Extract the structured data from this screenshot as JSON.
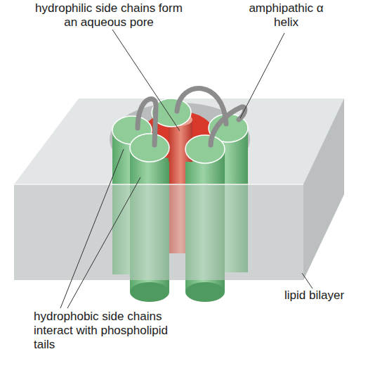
{
  "diagram": {
    "labels": [
      "hydrophilic side chains form an aqueous pore",
      "amphipathic α helix",
      "lipid bilayer",
      "hydrophobic side chains interact with phospholipid tails"
    ]
  }
}
